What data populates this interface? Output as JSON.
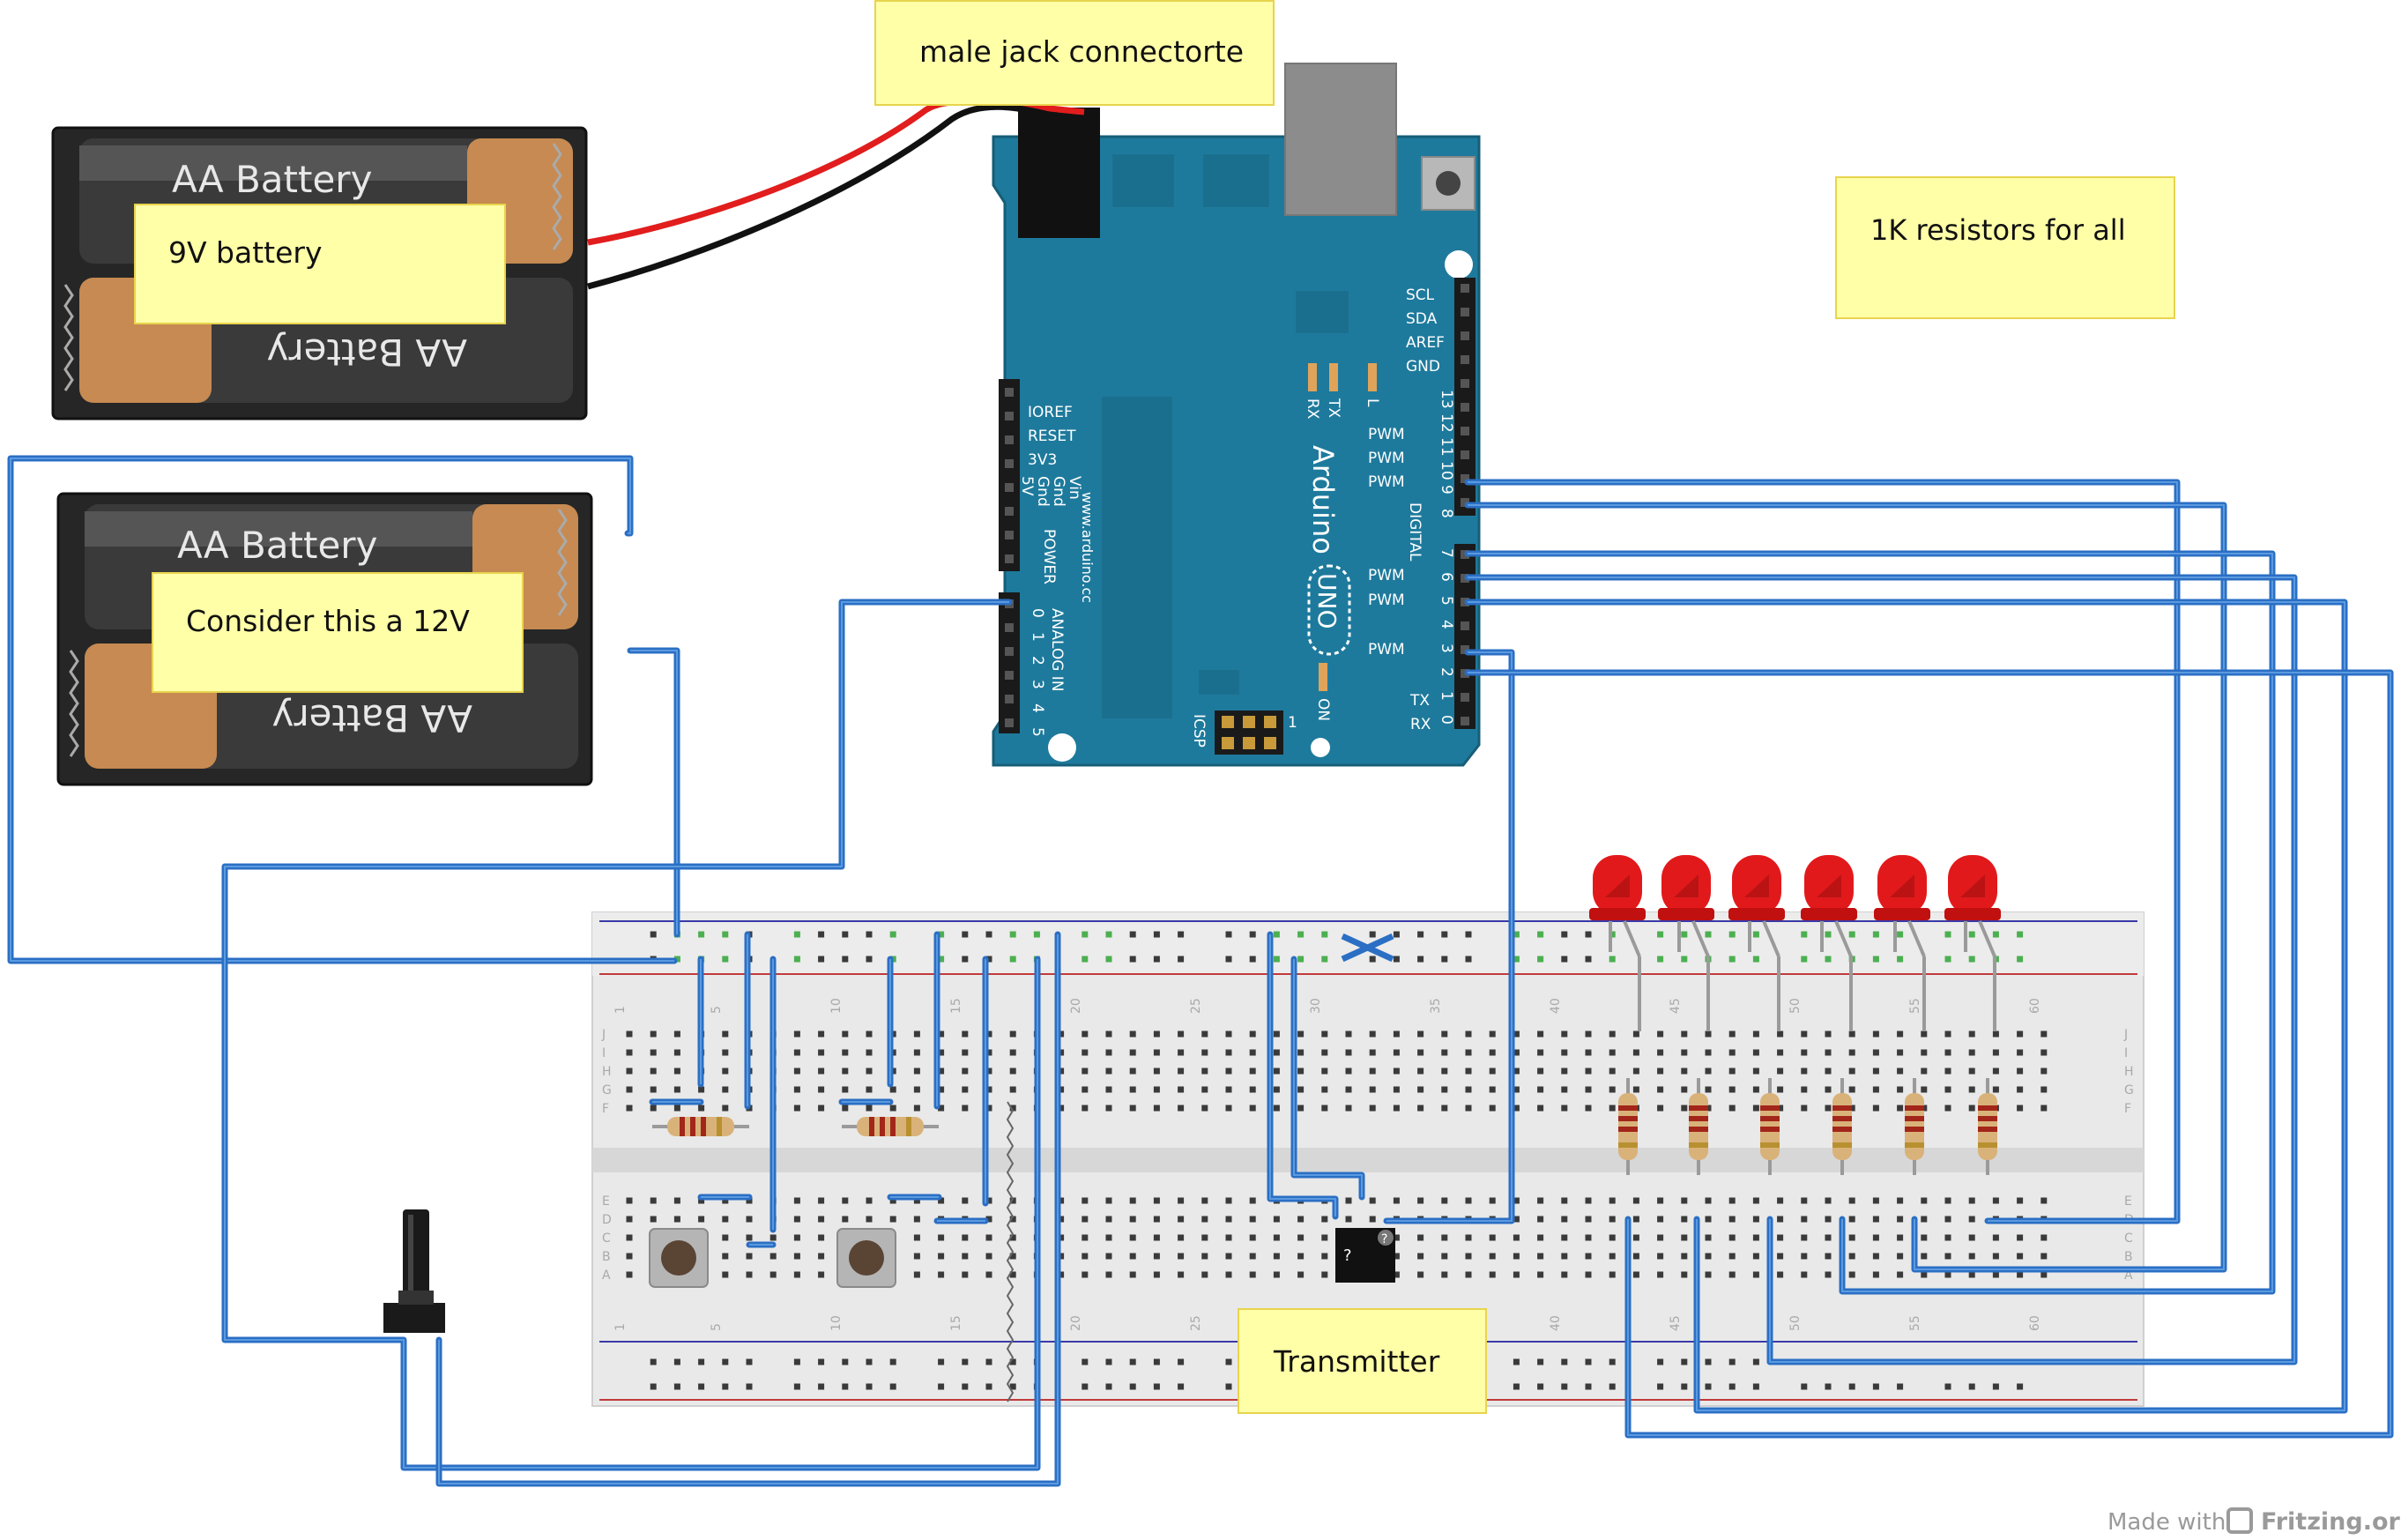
{
  "notes": {
    "jack": "male jack connectorte",
    "battery9v": "9V battery",
    "battery12v": "Consider this a 12V",
    "resistors": "1K resistors for all",
    "transmitter": "Transmitter"
  },
  "batteries": {
    "label_top": "AA Battery",
    "label_bottom": "AA Battery"
  },
  "arduino": {
    "brand": "Arduino",
    "model": "UNO",
    "url": "www.arduino.cc",
    "power_pins": [
      "IOREF",
      "RESET",
      "3V3",
      "5V",
      "Gnd",
      "Gnd",
      "Vin"
    ],
    "power_header": "POWER",
    "analog_pins": [
      "0",
      "1",
      "2",
      "3",
      "4",
      "5"
    ],
    "analog_header": "ANALOG IN",
    "digital_header_labels": [
      "SCL",
      "SDA",
      "AREF",
      "GND"
    ],
    "digital_pins": [
      "13",
      "12",
      "11",
      "10",
      "9",
      "8",
      "7",
      "6",
      "5",
      "4",
      "3",
      "2",
      "1",
      "0"
    ],
    "pwm_label": "PWM",
    "digital_header": "DIGITAL",
    "led_labels": [
      "TX",
      "RX",
      "L",
      "ON"
    ],
    "tx_label": "TX",
    "rx_label": "RX",
    "icsp": "ICSP",
    "icsp_one": "1"
  },
  "breadboard": {
    "row_letters_top": [
      "J",
      "I",
      "H",
      "G",
      "F"
    ],
    "row_letters_bottom": [
      "E",
      "D",
      "C",
      "B",
      "A"
    ],
    "column_numbers": [
      "1",
      "5",
      "10",
      "15",
      "20",
      "25",
      "30",
      "35",
      "40",
      "45",
      "50",
      "55",
      "60"
    ]
  },
  "ic_marks": [
    "?",
    "?"
  ],
  "footer": {
    "made_with": "Made with",
    "brand": "Fritzing.org"
  },
  "colors": {
    "wire": "#2b6fc4",
    "arduino_board": "#1e7a9c",
    "note_fill": "#ffffa8",
    "note_border": "#e8d44d",
    "led": "#e2191b",
    "battery_body": "#262626"
  }
}
